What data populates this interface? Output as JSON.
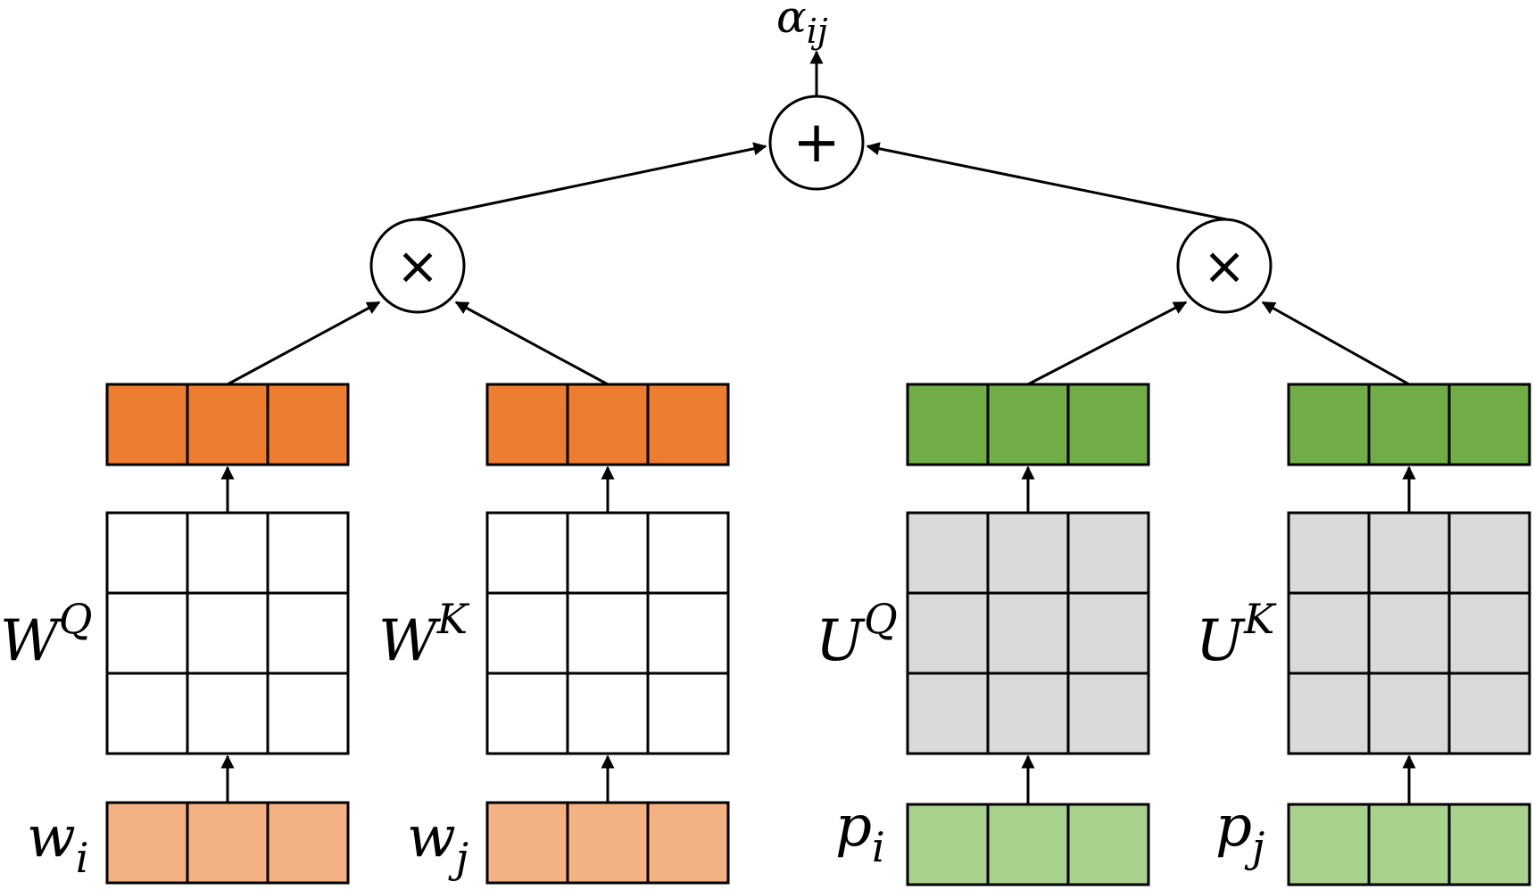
{
  "output": {
    "base": "α",
    "sub": "ij"
  },
  "sum_node": {
    "symbol": "+"
  },
  "mult_nodes": [
    {
      "symbol": "×"
    },
    {
      "symbol": "×"
    }
  ],
  "columns": [
    {
      "matrix": {
        "base": "W",
        "sup": "Q"
      },
      "input": {
        "base": "w",
        "sub": "i"
      }
    },
    {
      "matrix": {
        "base": "W",
        "sup": "K"
      },
      "input": {
        "base": "w",
        "sub": "j"
      }
    },
    {
      "matrix": {
        "base": "U",
        "sup": "Q"
      },
      "input": {
        "base": "p",
        "sub": "i"
      }
    },
    {
      "matrix": {
        "base": "U",
        "sup": "K"
      },
      "input": {
        "base": "p",
        "sub": "j"
      }
    }
  ],
  "colors": {
    "word_projection": "#ed7d31",
    "word_input": "#f4b183",
    "word_matrix": "#ffffff",
    "position_projection": "#70ad47",
    "position_input": "#a9d18e",
    "position_matrix": "#d9d9d9",
    "stroke": "#000000"
  }
}
